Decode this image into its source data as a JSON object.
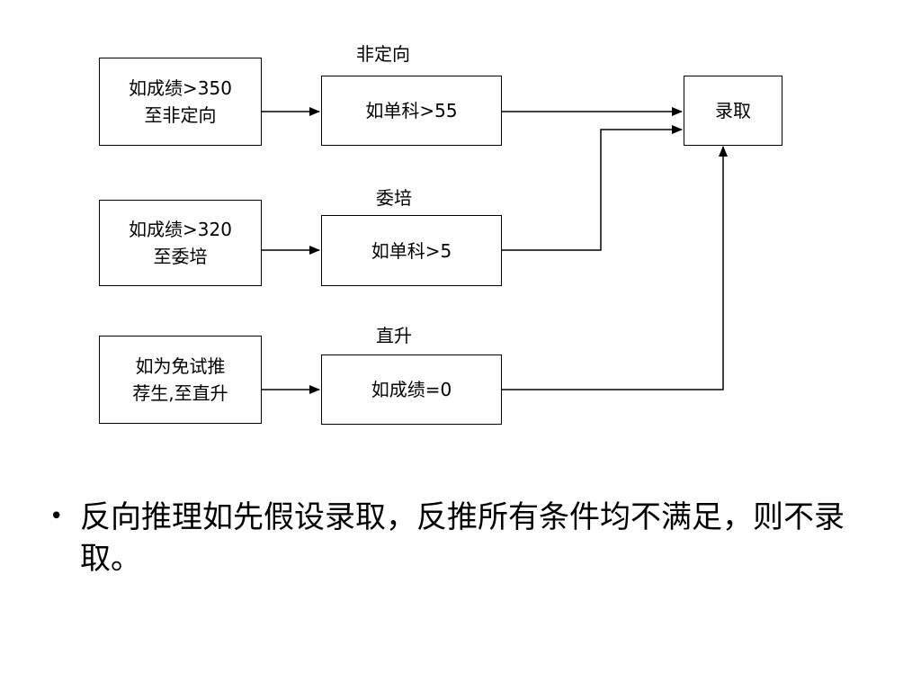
{
  "diagram": {
    "left_boxes": [
      {
        "lines": [
          "如成绩>350",
          "至非定向"
        ]
      },
      {
        "lines": [
          "如成绩>320",
          "至委培"
        ]
      },
      {
        "lines": [
          "如为免试推",
          "荐生,至直升"
        ]
      }
    ],
    "mid_boxes": [
      {
        "label": "非定向",
        "text": "如单科>55"
      },
      {
        "label": "委培",
        "text": "如单科>5"
      },
      {
        "label": "直升",
        "text": "如成绩=0"
      }
    ],
    "result_box": {
      "text": "录取"
    }
  },
  "bullet": {
    "text": "反向推理如先假设录取，反推所有条件均不满足，则不录取。"
  }
}
